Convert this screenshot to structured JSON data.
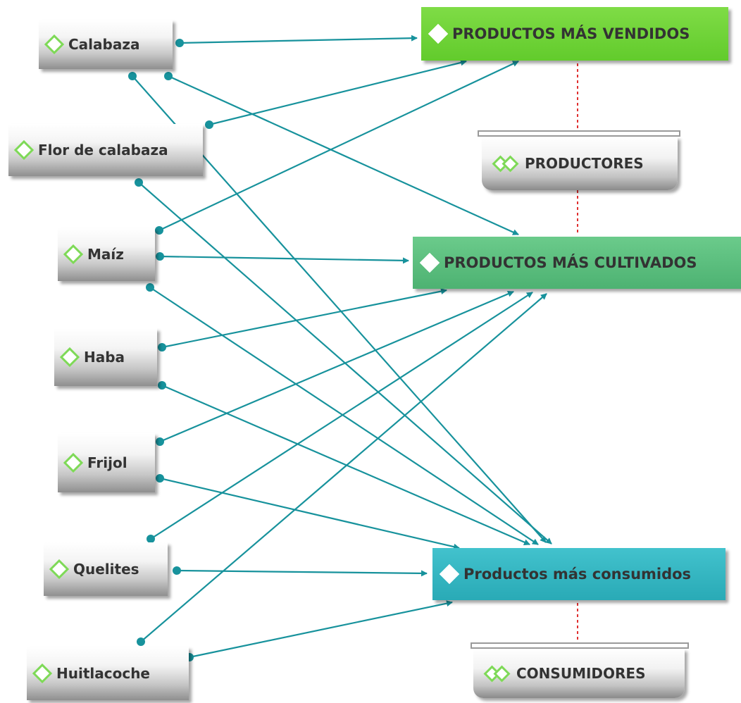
{
  "products": [
    {
      "id": "calabaza",
      "label": "Calabaza"
    },
    {
      "id": "flor",
      "label": "Flor de calabaza"
    },
    {
      "id": "maiz",
      "label": "Maíz"
    },
    {
      "id": "haba",
      "label": "Haba"
    },
    {
      "id": "frijol",
      "label": "Frijol"
    },
    {
      "id": "quelites",
      "label": "Quelites"
    },
    {
      "id": "huitlacoche",
      "label": "Huitlacoche"
    }
  ],
  "categories": {
    "vendidos": {
      "label": "PRODUCTOS MÁS VENDIDOS",
      "color": "#62cb2c"
    },
    "cultivados": {
      "label": "PRODUCTOS MÁS CULTIVADOS",
      "color": "#4db272"
    },
    "consumidos": {
      "label": "Productos más consumidos",
      "color": "#29aab6"
    }
  },
  "roles": {
    "productores": {
      "label": "PRODUCTORES"
    },
    "consumidores": {
      "label": "CONSUMIDORES"
    }
  },
  "connections": [
    {
      "from": "calabaza",
      "to": "vendidos"
    },
    {
      "from": "calabaza",
      "to": "cultivados"
    },
    {
      "from": "calabaza",
      "to": "consumidos"
    },
    {
      "from": "flor",
      "to": "vendidos"
    },
    {
      "from": "flor",
      "to": "consumidos"
    },
    {
      "from": "maiz",
      "to": "vendidos"
    },
    {
      "from": "maiz",
      "to": "cultivados"
    },
    {
      "from": "maiz",
      "to": "consumidos"
    },
    {
      "from": "haba",
      "to": "cultivados"
    },
    {
      "from": "haba",
      "to": "consumidos"
    },
    {
      "from": "frijol",
      "to": "cultivados"
    },
    {
      "from": "frijol",
      "to": "consumidos"
    },
    {
      "from": "quelites",
      "to": "cultivados"
    },
    {
      "from": "quelites",
      "to": "consumidos"
    },
    {
      "from": "huitlacoche",
      "to": "cultivados"
    },
    {
      "from": "huitlacoche",
      "to": "consumidos"
    }
  ],
  "colors": {
    "connector": "#17929c",
    "dashed": "#e03030",
    "diamond_outline": "#7ed957"
  }
}
